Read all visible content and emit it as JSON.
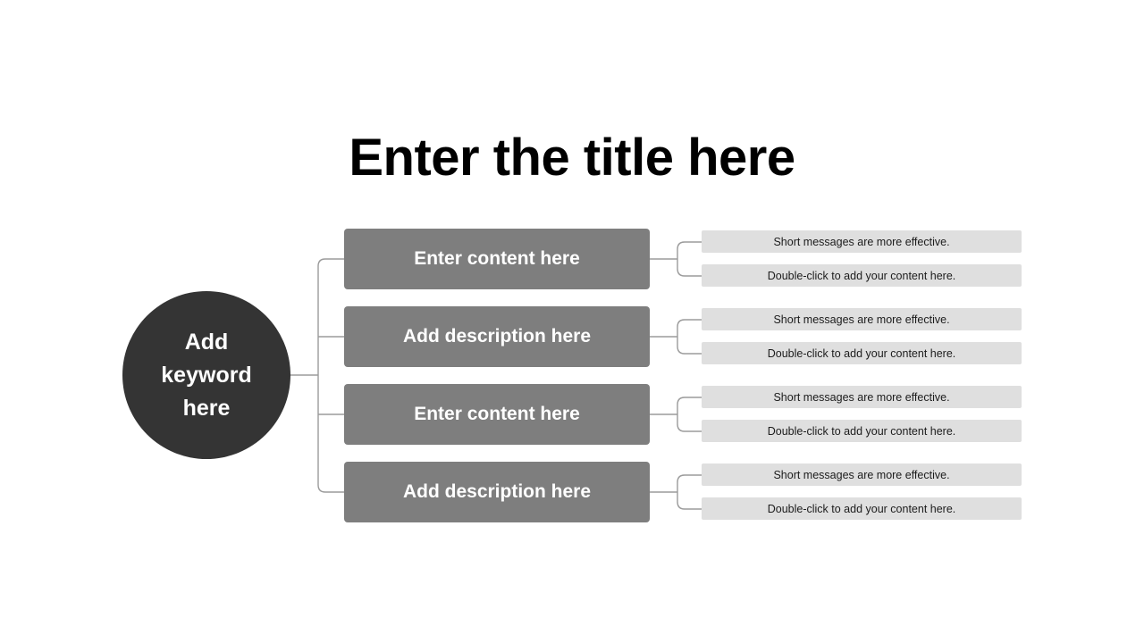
{
  "slide": {
    "title": "Enter the title here",
    "background_color": "#ffffff"
  },
  "colors": {
    "root_fill": "#343434",
    "branch_fill": "#7e7e7e",
    "leaf_fill": "#dfdfdf",
    "connector_stroke": "#9b9b9b",
    "title_text": "#000000",
    "branch_text": "#ffffff",
    "leaf_text": "#1c1c1c"
  },
  "root": {
    "label": "Add keyword here"
  },
  "branches": [
    {
      "label": "Enter content here",
      "leaves": [
        {
          "label": "Short messages are more effective."
        },
        {
          "label": "Double-click to add your content here."
        }
      ]
    },
    {
      "label": "Add description here",
      "leaves": [
        {
          "label": "Short messages are more effective."
        },
        {
          "label": "Double-click to add your content here."
        }
      ]
    },
    {
      "label": "Enter content here",
      "leaves": [
        {
          "label": "Short messages are more effective."
        },
        {
          "label": "Double-click to add your content here."
        }
      ]
    },
    {
      "label": "Add description here",
      "leaves": [
        {
          "label": "Short messages are more effective."
        },
        {
          "label": "Double-click to add your content here."
        }
      ]
    }
  ]
}
